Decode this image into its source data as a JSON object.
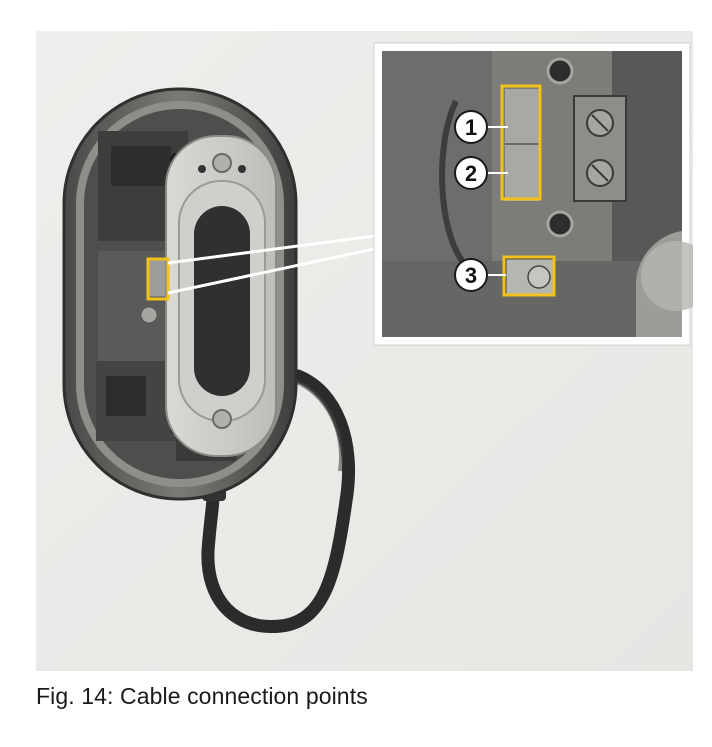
{
  "caption": "Fig. 14: Cable connection points",
  "callouts": [
    {
      "number": "1"
    },
    {
      "number": "2"
    },
    {
      "number": "3"
    }
  ],
  "colors": {
    "highlight_box": "#f2c21b",
    "background": "#ececea",
    "housing_dark": "#5c5c5a",
    "cable": "#2b2b2b"
  },
  "icons": {
    "device": "wall-charger-illustration",
    "callout_marker": "numbered-circle"
  }
}
